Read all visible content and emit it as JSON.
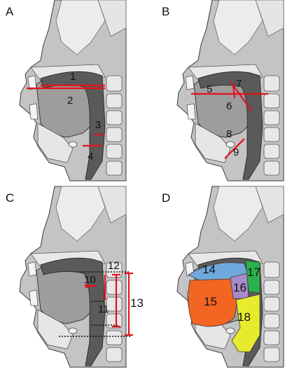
{
  "panels": {
    "a": {
      "letter": "A",
      "labels": [
        "1",
        "2",
        "3",
        "4"
      ]
    },
    "b": {
      "letter": "B",
      "labels": [
        "5",
        "6",
        "7",
        "8",
        "9"
      ]
    },
    "c": {
      "letter": "C",
      "labels": [
        "10",
        "11",
        "12",
        "13"
      ]
    },
    "d": {
      "letter": "D",
      "labels": [
        "14",
        "15",
        "16",
        "17",
        "18"
      ]
    }
  },
  "colors": {
    "background": "#ffffff",
    "bone": "#bfbfbf",
    "bone_light": "#e6e6e6",
    "soft_tissue": "#9b9b9b",
    "airway": "#5a5a5a",
    "outline": "#3a3a3a",
    "measure_line": "#e3131b",
    "region_14": "#6fa8dc",
    "region_15": "#f26522",
    "region_16": "#a58bc9",
    "region_17": "#2bb24c",
    "region_18": "#e8ea2e"
  }
}
